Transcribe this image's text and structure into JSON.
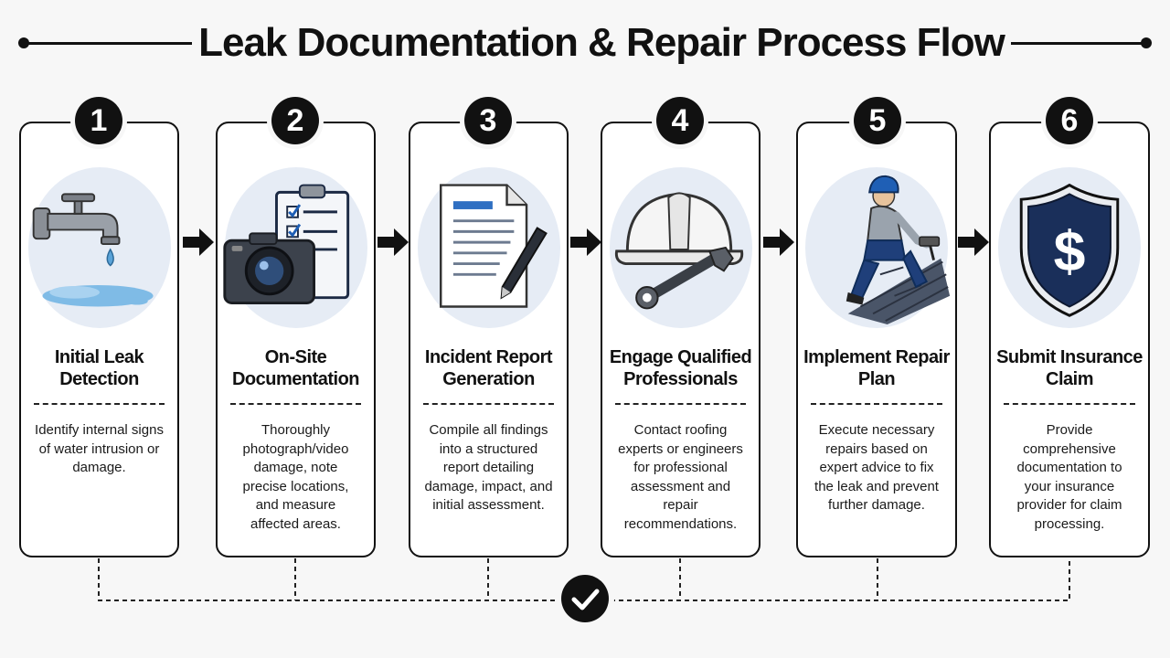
{
  "title": "Leak Documentation & Repair Process Flow",
  "steps": [
    {
      "number": "1",
      "title": "Initial Leak Detection",
      "description": "Identify internal signs of water intrusion or damage.",
      "icon": "leaking-faucet-icon"
    },
    {
      "number": "2",
      "title": "On-Site Documentation",
      "description": "Thoroughly photograph/video damage, note precise locations, and measure affected areas.",
      "icon": "camera-clipboard-icon"
    },
    {
      "number": "3",
      "title": "Incident Report Generation",
      "description": "Compile all findings into a structured report detailing damage, impact, and initial assessment.",
      "icon": "report-pen-icon"
    },
    {
      "number": "4",
      "title": "Engage Qualified Professionals",
      "description": "Contact roofing experts or engineers for professional assessment and repair recommendations.",
      "icon": "hardhat-wrench-icon"
    },
    {
      "number": "5",
      "title": "Implement Repair Plan",
      "description": "Execute necessary repairs based on expert advice to fix the leak and prevent further damage.",
      "icon": "roofer-worker-icon"
    },
    {
      "number": "6",
      "title": "Submit Insurance Claim",
      "description": "Provide comprehensive documentation to your insurance provider for claim processing.",
      "icon": "dollar-shield-icon"
    }
  ],
  "colors": {
    "accent": "#1a2f5a",
    "icon_bg": "#e6ecf5",
    "ink": "#111111",
    "water": "#5aa3d8"
  }
}
